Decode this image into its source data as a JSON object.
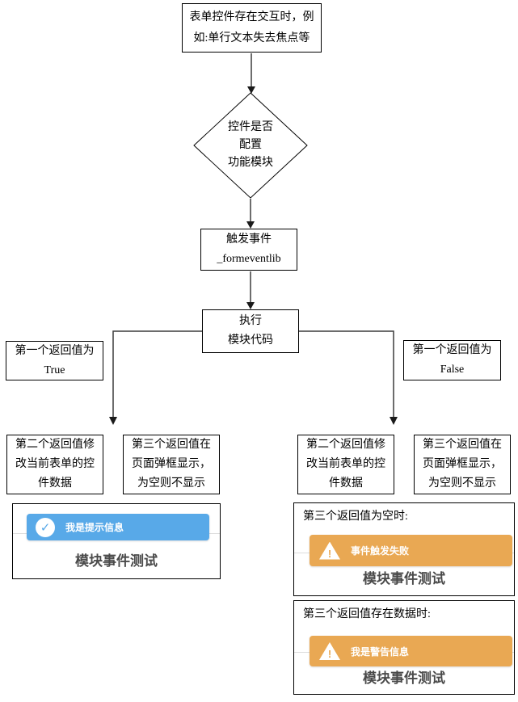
{
  "flowchart": {
    "start": "表单控件存在交互时，例\n如:单行文本失去焦点等",
    "decision": "控件是否\n配置\n功能模块",
    "trigger": "触发事件\n_formeventlib",
    "execute": "执行\n模块代码",
    "branch_true": {
      "condition": "第一个返回值为\nTrue",
      "second_return": "第二个返回值修\n改当前表单的控\n件数据",
      "third_return": "第三个返回值在\n页面弹框显示，\n为空则不显示"
    },
    "branch_false": {
      "condition": "第一个返回值为\nFalse",
      "second_return": "第二个返回值修\n改当前表单的控\n件数据",
      "third_return": "第三个返回值在\n页面弹框显示，\n为空则不显示"
    }
  },
  "examples": {
    "success": {
      "toast_text": "我是提示信息",
      "dialog_title": "模块事件测试"
    },
    "warning_empty": {
      "label": "第三个返回值为空时:",
      "toast_text": "事件触发失败",
      "dialog_title": "模块事件测试"
    },
    "warning_data": {
      "label": "第三个返回值存在数据时:",
      "toast_text": "我是警告信息",
      "dialog_title": "模块事件测试"
    }
  },
  "icons": {
    "check": "✓",
    "warning": "!"
  },
  "colors": {
    "info_toast": "#58a9e8",
    "warning_toast": "#e9a853"
  }
}
